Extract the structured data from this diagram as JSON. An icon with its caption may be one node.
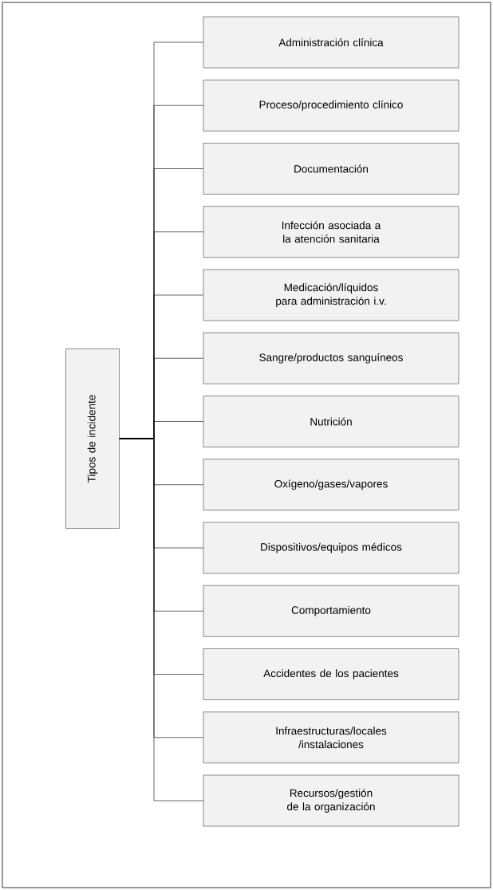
{
  "diagram": {
    "nodes": [
      {
        "text": [
          "Tipos de incidente"
        ]
      },
      {
        "text": [
          "Administración clínica"
        ]
      },
      {
        "text": [
          "Proceso/procedimiento clínico"
        ]
      },
      {
        "text": [
          "Documentación"
        ]
      },
      {
        "text": [
          "Infección asociada a la atención sanitaria"
        ]
      },
      {
        "text": [
          "Medicación/líquidos para administración i.v."
        ]
      },
      {
        "text": [
          "Sangre/productos sanguíneos"
        ]
      },
      {
        "text": [
          "Nutrición"
        ]
      },
      {
        "text": [
          "Oxígeno/gases/vapores"
        ]
      },
      {
        "text": [
          "Dispositivos/equipos médicos"
        ]
      },
      {
        "text": [
          "Comportamiento"
        ]
      },
      {
        "text": [
          "Accidentes de los pacientes"
        ]
      },
      {
        "text": [
          "Infraestructuras/locales /instalaciones"
        ]
      },
      {
        "text": [
          "Recursos/gestión de la organización"
        ]
      }
    ],
    "edges": [
      {
        "from": 0,
        "to": 1,
        "arrow": "none"
      },
      {
        "from": 0,
        "to": 2,
        "arrow": "none"
      },
      {
        "from": 0,
        "to": 3,
        "arrow": "none"
      },
      {
        "from": 0,
        "to": 4,
        "arrow": "none"
      },
      {
        "from": 0,
        "to": 5,
        "arrow": "none"
      },
      {
        "from": 0,
        "to": 6,
        "arrow": "none"
      },
      {
        "from": 0,
        "to": 7,
        "arrow": "none"
      },
      {
        "from": 0,
        "to": 8,
        "arrow": "none"
      },
      {
        "from": 0,
        "to": 9,
        "arrow": "none"
      },
      {
        "from": 0,
        "to": 10,
        "arrow": "none"
      },
      {
        "from": 0,
        "to": 11,
        "arrow": "none"
      },
      {
        "from": 0,
        "to": 12,
        "arrow": "none"
      },
      {
        "from": 0,
        "to": 13,
        "arrow": "none"
      }
    ]
  }
}
